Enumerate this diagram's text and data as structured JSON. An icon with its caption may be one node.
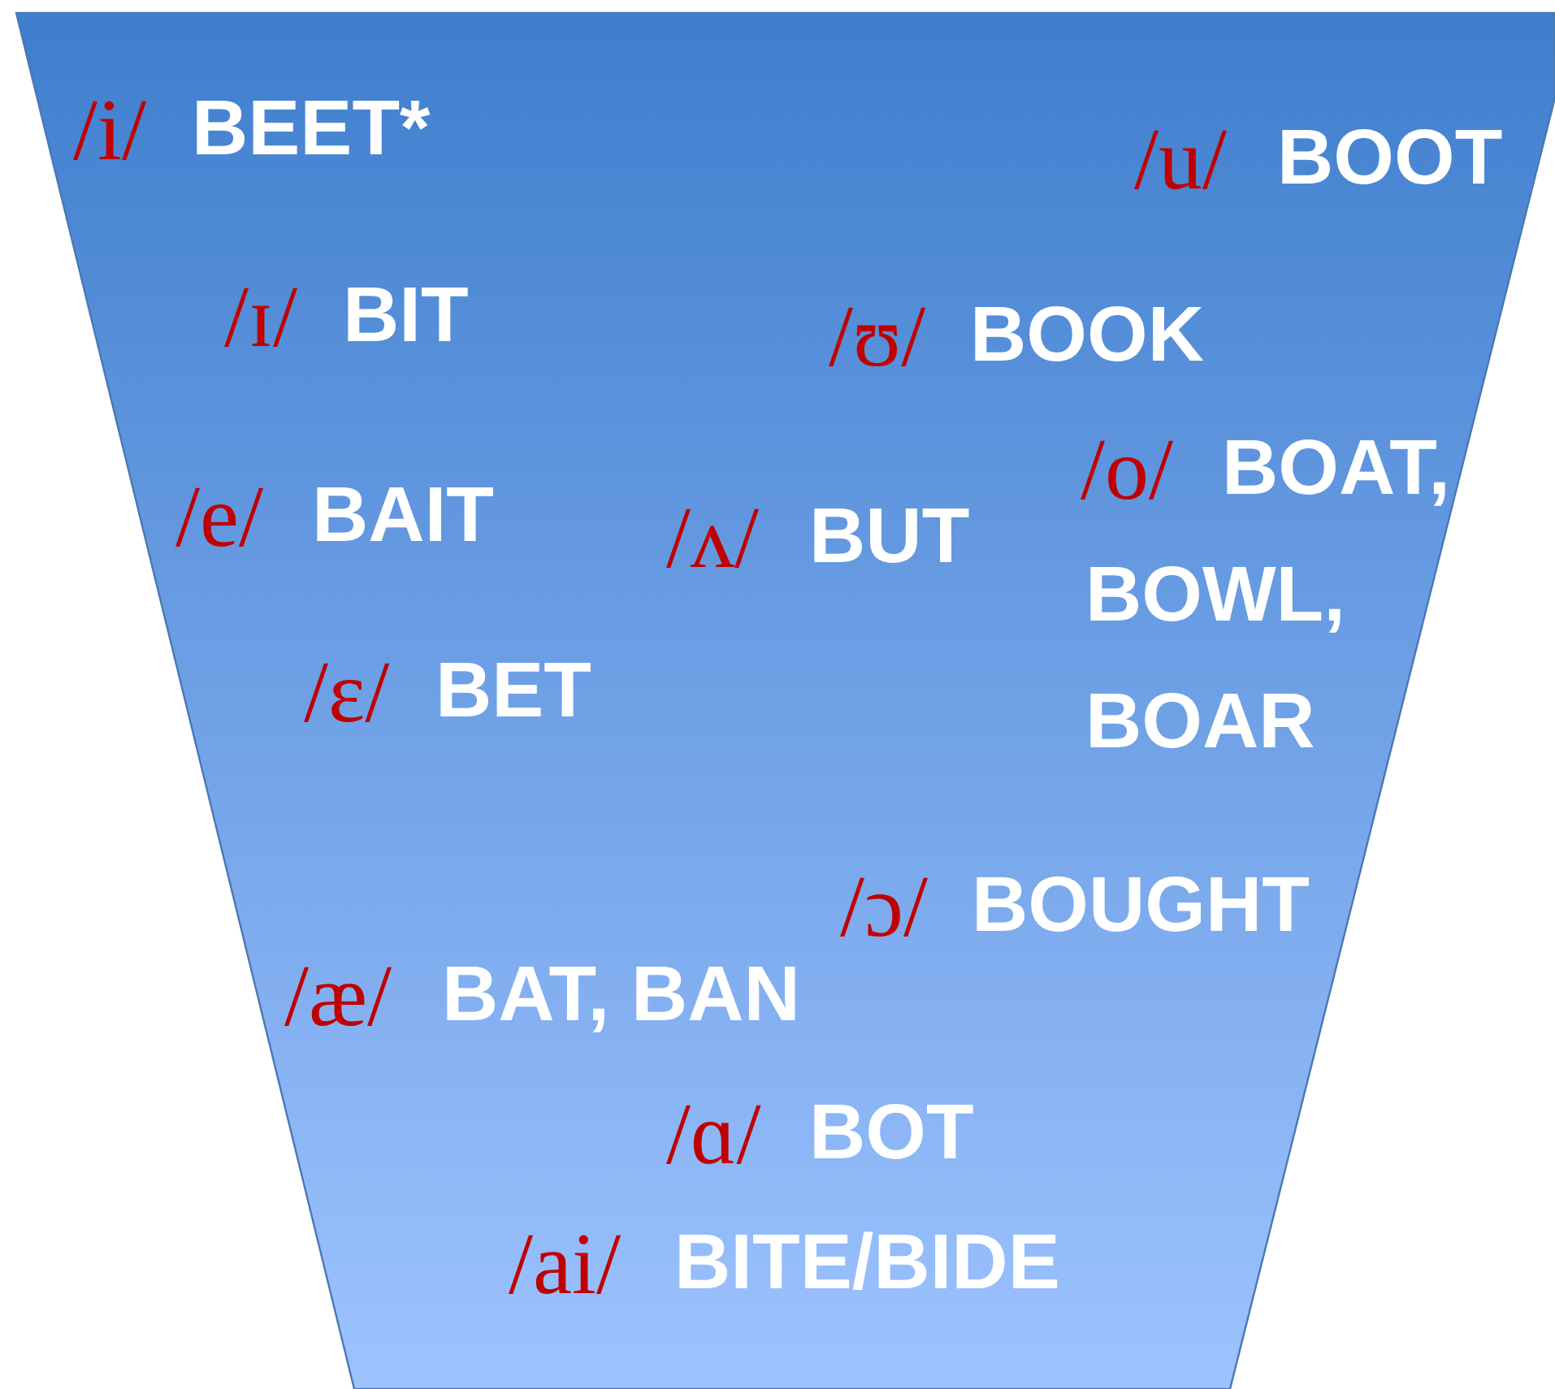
{
  "diagram": {
    "labels": [
      "/i/",
      "BEET*",
      "/u/",
      "BOOT",
      "/ɪ/",
      "BIT",
      "/ʊ/",
      "BOOK",
      "/o/",
      "BOAT, BOWL, BOAR",
      "/e/",
      "BAIT",
      "/ʌ/",
      "BUT",
      "/ɛ/",
      "BET",
      "/ɔ/",
      "BOUGHT",
      "/æ/",
      "BAT, BAN",
      "/ɑ/",
      "BOT",
      "/ai/",
      "BITE/BIDE"
    ]
  }
}
